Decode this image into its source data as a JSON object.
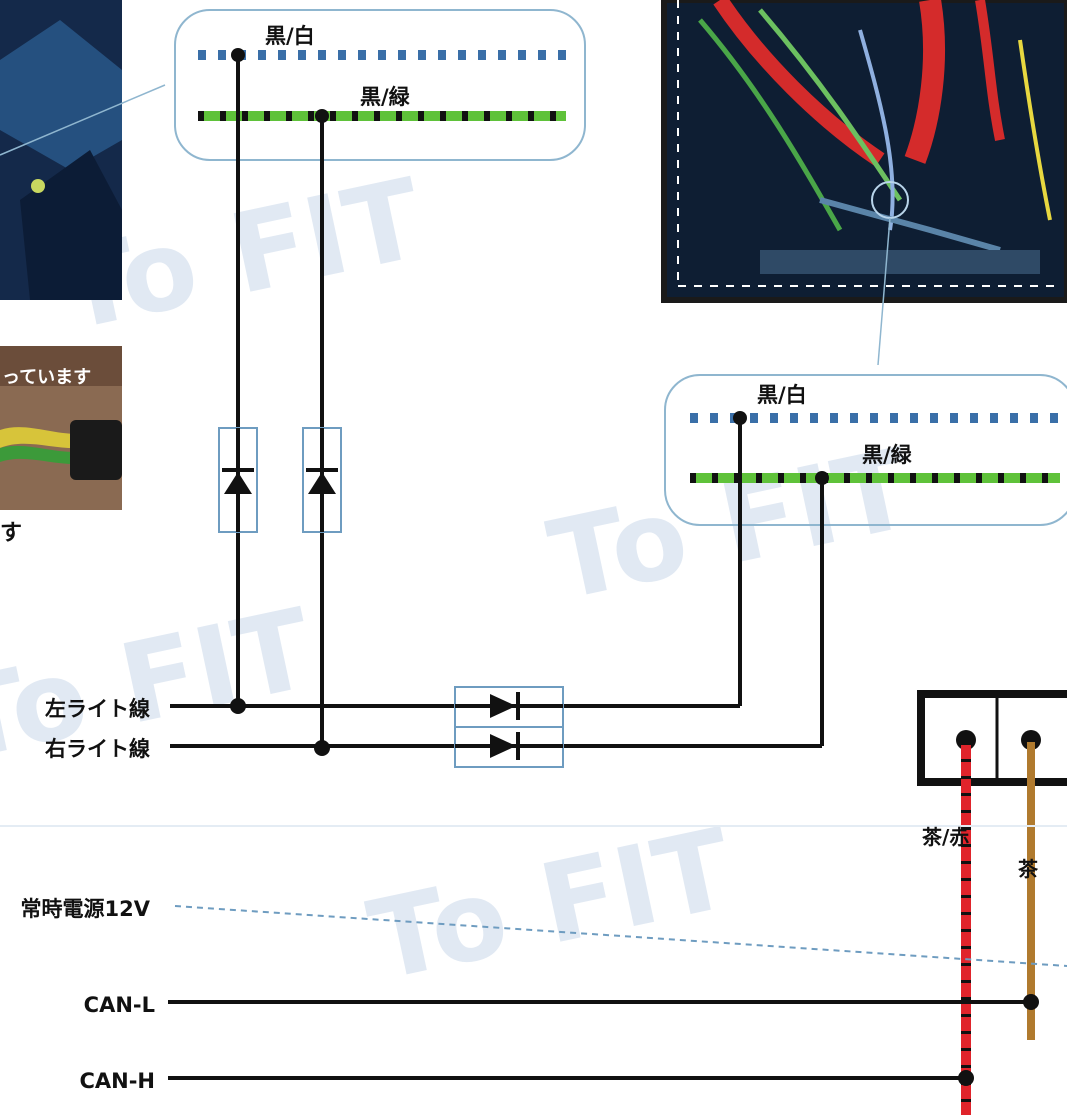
{
  "labels": {
    "top_bundle_wire_1": "黒/白",
    "top_bundle_wire_2": "黒/緑",
    "mid_bundle_wire_1": "黒/白",
    "mid_bundle_wire_2": "黒/緑",
    "left_light": "左ライト線",
    "right_light": "右ライト線",
    "constant_power": "常時電源12V",
    "can_l": "CAN-L",
    "can_h": "CAN-H",
    "connector_wire_red": "茶/赤",
    "connector_wire_brown": "茶"
  },
  "photo_caption_partial": "っています",
  "cut_text_fragment": "す",
  "watermark": "To FIT",
  "colors": {
    "wire_black": "#111111",
    "wire_green": "#5fc23a",
    "wire_blue_stripe": "#3a6fa8",
    "wire_red": "#e0242b",
    "wire_brown": "#b07a2e",
    "bundle_outline": "#8fb6cf",
    "diode_box": "#6e9cc0"
  }
}
